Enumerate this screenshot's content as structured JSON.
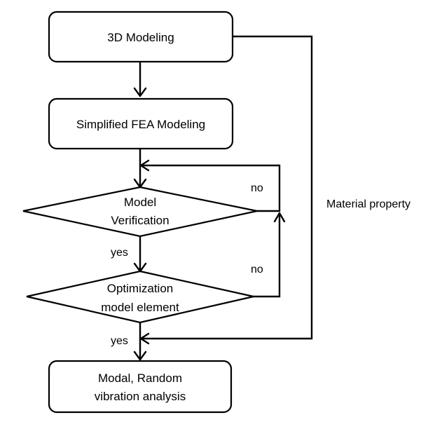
{
  "nodes": {
    "modeling_3d": {
      "label": "3D Modeling"
    },
    "simplified_fea": {
      "label": "Simplified FEA Modeling"
    },
    "model_verification": {
      "line1": "Model",
      "line2": "Verification"
    },
    "optimization": {
      "line1": "Optimization",
      "line2": "model element"
    },
    "analysis": {
      "line1": "Modal, Random",
      "line2": "vibration analysis"
    }
  },
  "edges": {
    "verification_no": "no",
    "verification_yes": "yes",
    "optimization_no": "no",
    "optimization_yes": "yes",
    "material_property": "Material property"
  }
}
